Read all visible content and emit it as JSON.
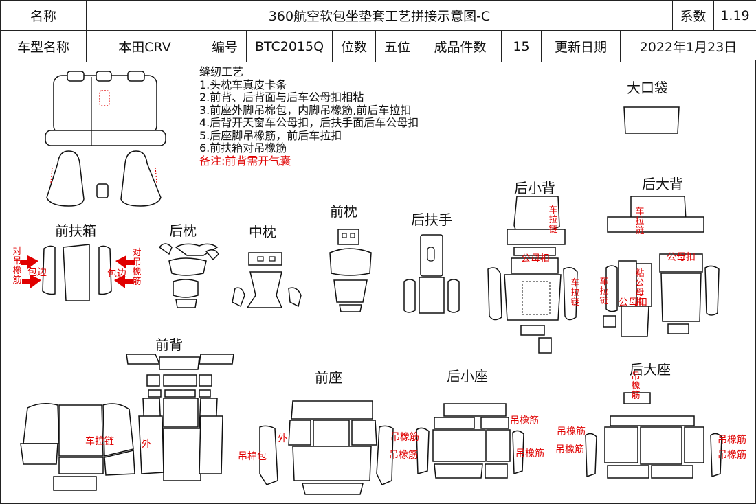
{
  "header": {
    "name_label": "名称",
    "title": "360航空软包坐垫套工艺拼接示意图-C",
    "coef_label": "系数",
    "coef_value": "1.19",
    "model_label": "车型名称",
    "model_value": "本田CRV",
    "code_label": "编号",
    "code_value": "BTC2015Q",
    "seats_label": "位数",
    "seats_value": "五位",
    "pieces_label": "成品件数",
    "pieces_value": "15",
    "date_label": "更新日期",
    "date_value": "2022年1月23日"
  },
  "notes": {
    "title": "缝纫工艺",
    "items": [
      "1.头枕车真皮卡条",
      "2.前背、后背面与后车公母扣相粘",
      "3.前座外脚吊棉包，内脚吊橡筋,前后车拉扣",
      "4.后背开天窗车公母扣，后扶手面后车公母扣",
      "5.后座脚吊橡筋，前后车拉扣",
      "6.前扶箱对吊橡筋"
    ],
    "remark": "备注:前背需开气囊"
  },
  "sections": {
    "front_console": "前扶箱",
    "rear_headrest": "后枕",
    "middle_headrest": "中枕",
    "front_headrest": "前枕",
    "rear_armrest": "后扶手",
    "rear_small_back": "后小背",
    "rear_large_back": "后大背",
    "big_pocket": "大口袋",
    "front_back": "前背",
    "front_seat": "前座",
    "rear_small_seat": "后小座",
    "rear_large_seat": "后大座"
  },
  "annotations": {
    "pair_elastic": "对吊橡筋",
    "edge_wrap": "包边",
    "zipper": "车拉链",
    "snap": "公母扣",
    "paste_snap": "粘公母扣",
    "outer": "外",
    "hang_cotton": "吊棉包",
    "hang_elastic": "吊橡筋"
  },
  "colors": {
    "line": "#111111",
    "annotation": "#e00000",
    "background": "#ffffff"
  }
}
